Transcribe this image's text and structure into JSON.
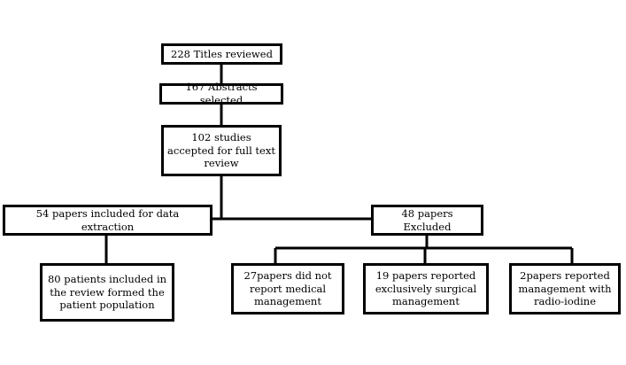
{
  "flowchart": {
    "titles_reviewed": "228 Titles reviewed",
    "abstracts_selected": "167 Abstracts selected",
    "full_text_review": "102 studies accepted for full text review",
    "included": "54 papers included for data extraction",
    "excluded": "48 papers Excluded",
    "patient_population": "80 patients included in the review formed the patient population",
    "no_medical": "27papers did not report medical management",
    "surgical": "19 papers reported exclusively surgical management",
    "radio_iodine": "2papers reported management with radio-iodine"
  },
  "colors": {
    "border": "#000000",
    "background": "#ffffff"
  }
}
